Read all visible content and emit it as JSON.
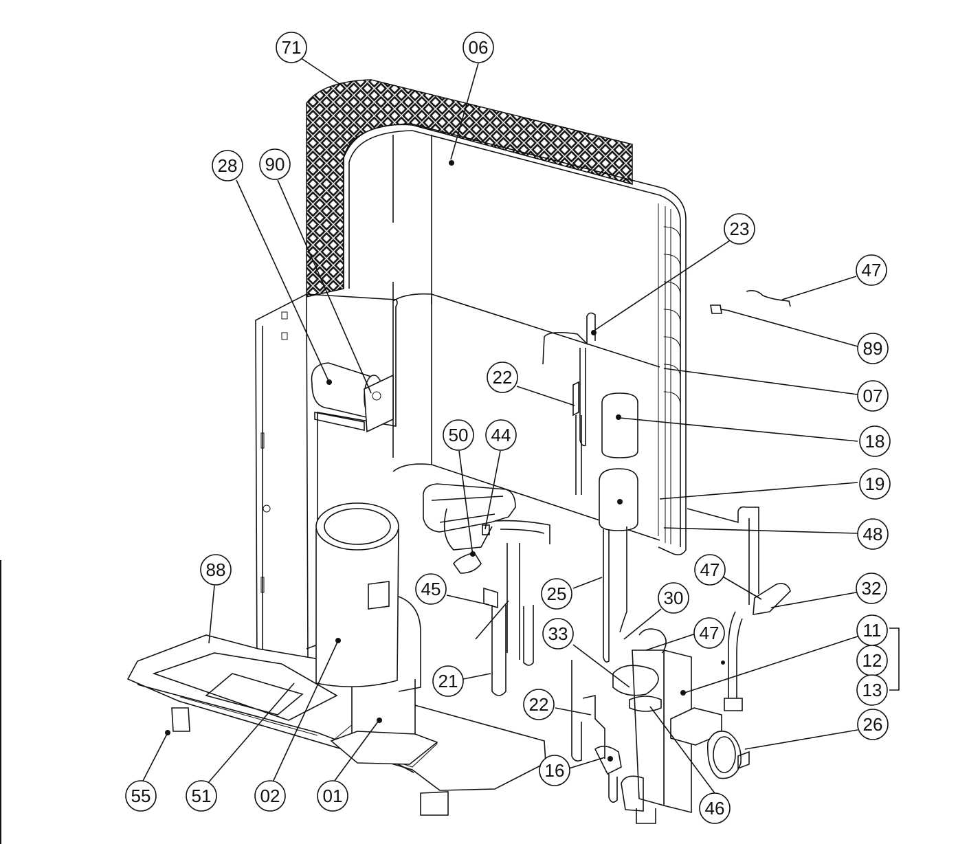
{
  "diagram": {
    "callouts": [
      {
        "id": "c71",
        "label": "71"
      },
      {
        "id": "c06",
        "label": "06"
      },
      {
        "id": "c28",
        "label": "28"
      },
      {
        "id": "c90",
        "label": "90"
      },
      {
        "id": "c23",
        "label": "23"
      },
      {
        "id": "c47a",
        "label": "47"
      },
      {
        "id": "c89",
        "label": "89"
      },
      {
        "id": "c07",
        "label": "07"
      },
      {
        "id": "c22a",
        "label": "22"
      },
      {
        "id": "c18",
        "label": "18"
      },
      {
        "id": "c50",
        "label": "50"
      },
      {
        "id": "c44",
        "label": "44"
      },
      {
        "id": "c19",
        "label": "19"
      },
      {
        "id": "c48",
        "label": "48"
      },
      {
        "id": "c88",
        "label": "88"
      },
      {
        "id": "c45",
        "label": "45"
      },
      {
        "id": "c25",
        "label": "25"
      },
      {
        "id": "c47b",
        "label": "47"
      },
      {
        "id": "c32",
        "label": "32"
      },
      {
        "id": "c30",
        "label": "30"
      },
      {
        "id": "c33",
        "label": "33"
      },
      {
        "id": "c47c",
        "label": "47"
      },
      {
        "id": "c11",
        "label": "11"
      },
      {
        "id": "c12",
        "label": "12"
      },
      {
        "id": "c13",
        "label": "13"
      },
      {
        "id": "c21",
        "label": "21"
      },
      {
        "id": "c22b",
        "label": "22"
      },
      {
        "id": "c26",
        "label": "26"
      },
      {
        "id": "c16",
        "label": "16"
      },
      {
        "id": "c55",
        "label": "55"
      },
      {
        "id": "c51",
        "label": "51"
      },
      {
        "id": "c02",
        "label": "02"
      },
      {
        "id": "c01",
        "label": "01"
      },
      {
        "id": "c46",
        "label": "46"
      }
    ]
  }
}
